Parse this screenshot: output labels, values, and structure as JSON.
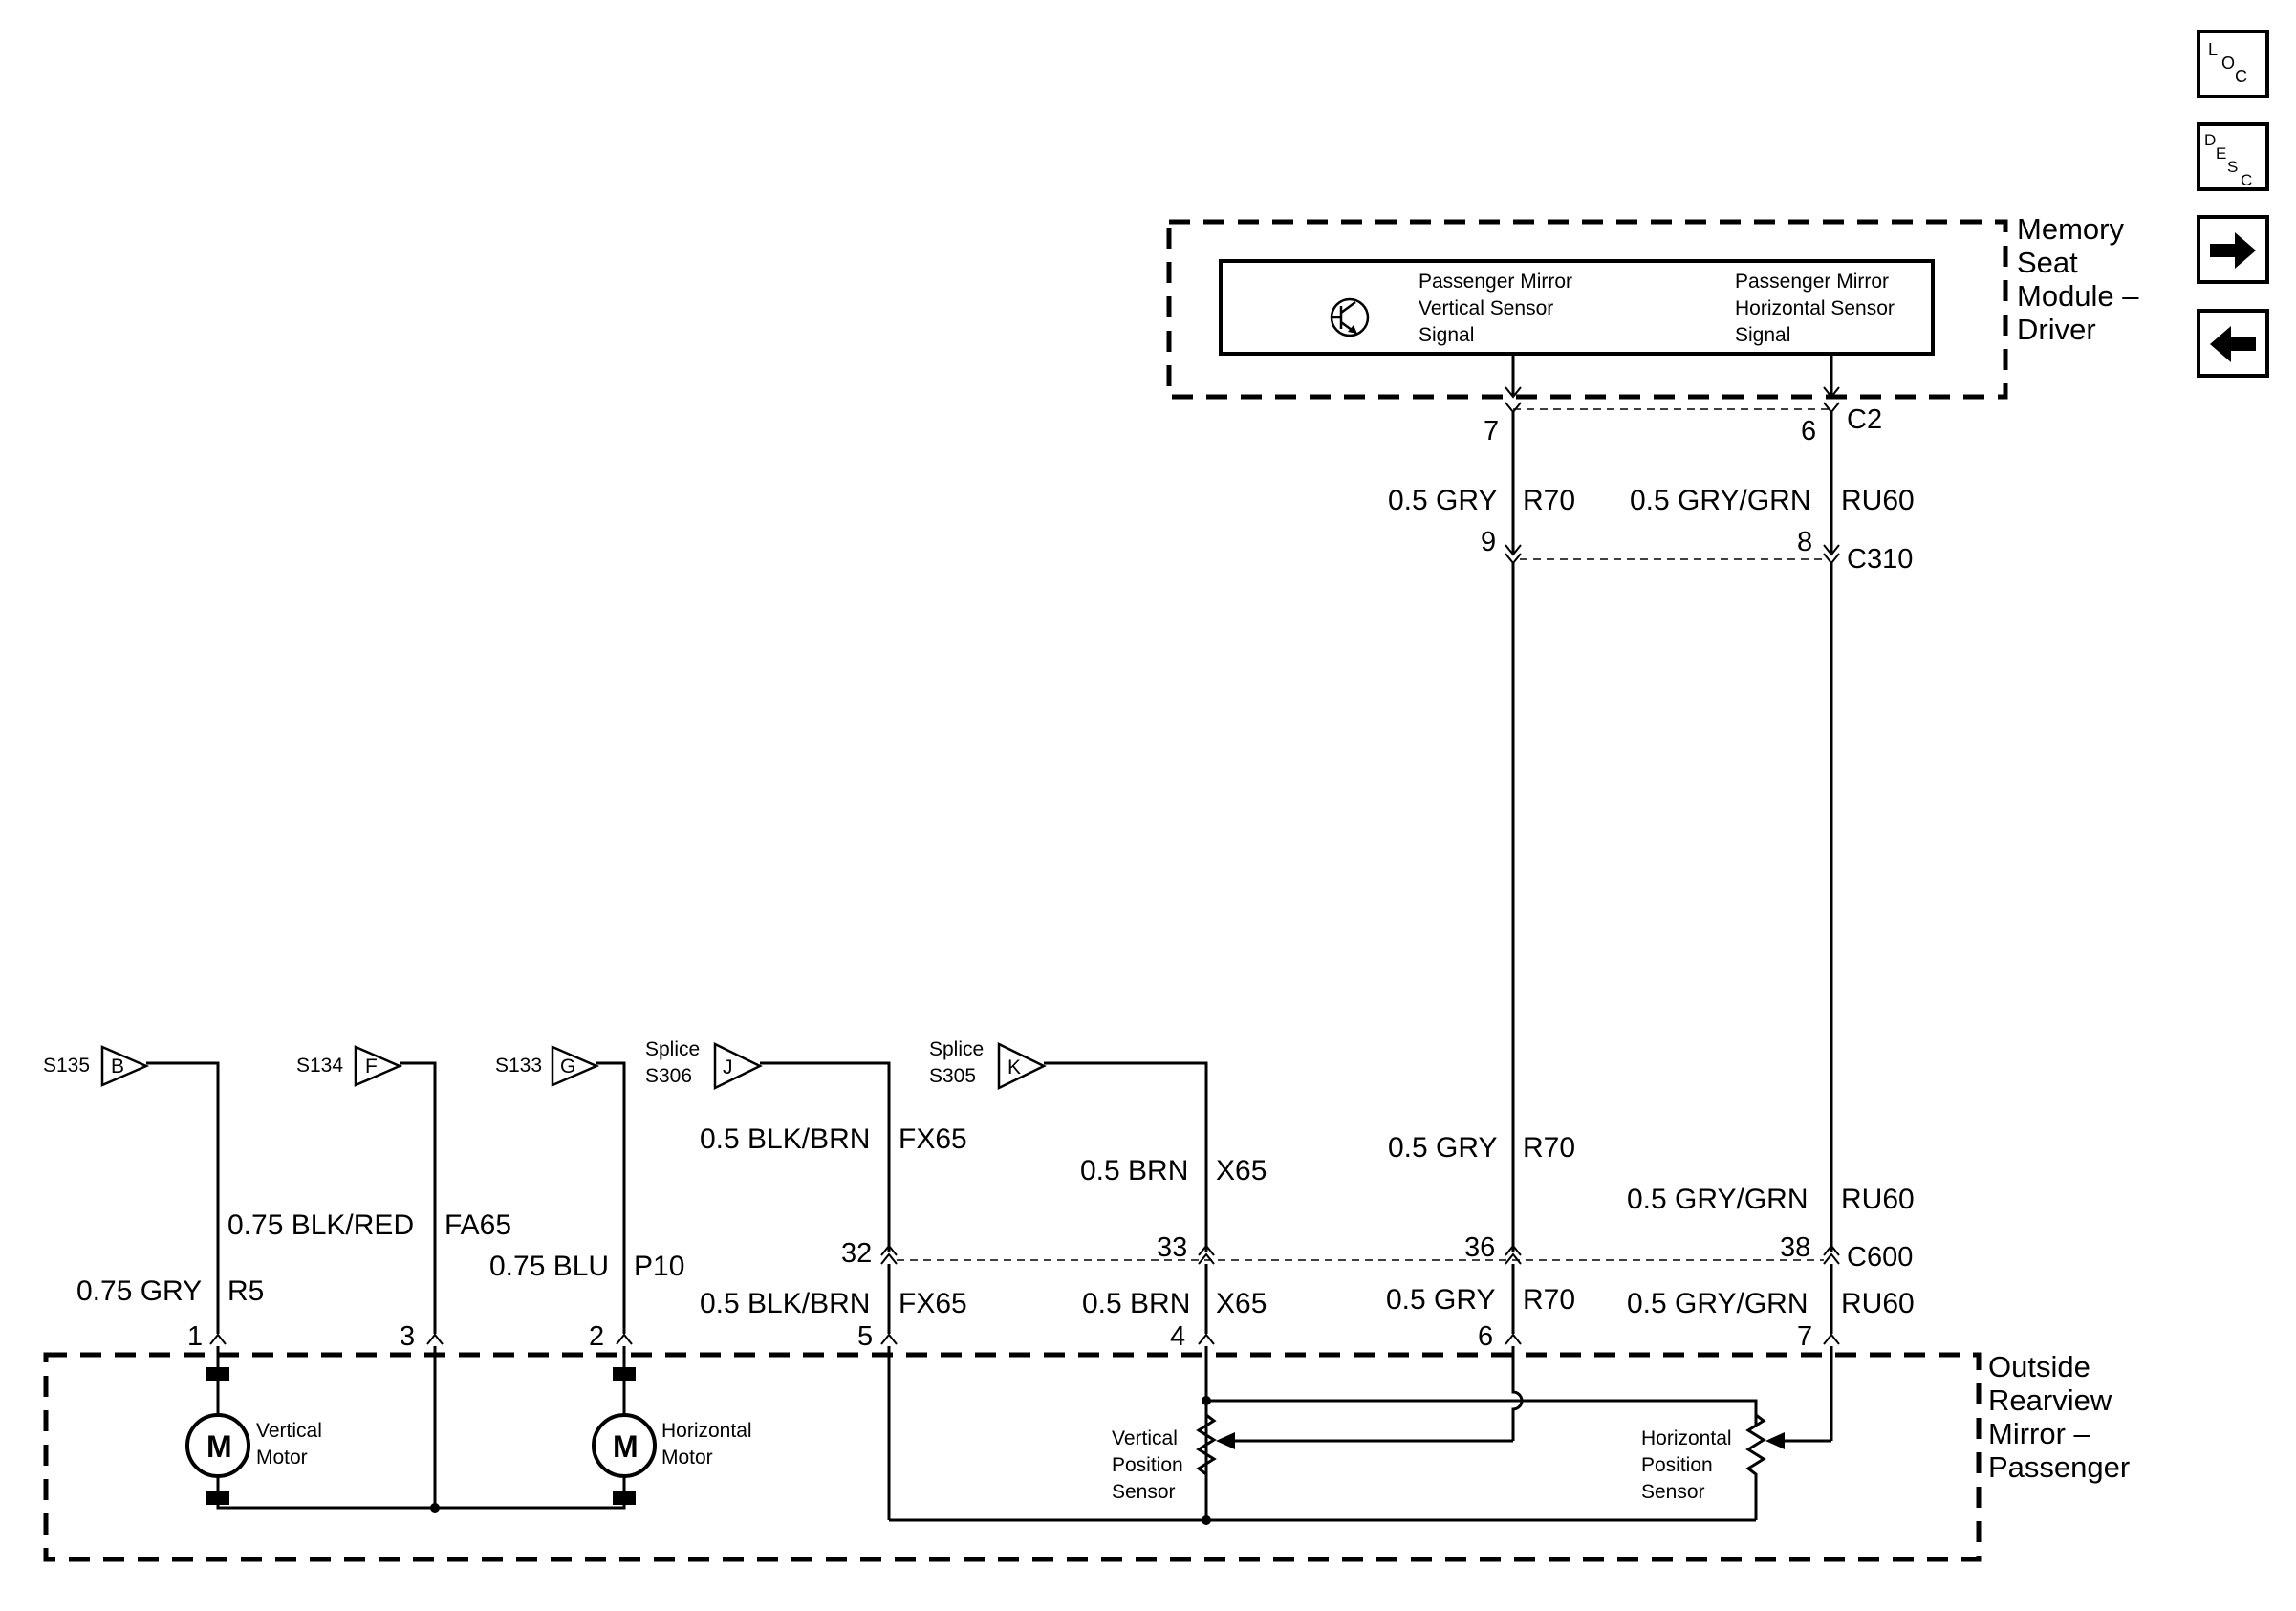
{
  "nav": {
    "loc": {
      "l": "L",
      "o": "O",
      "c": "C"
    },
    "desc": {
      "d": "D",
      "e": "E",
      "s": "S",
      "c": "C"
    },
    "forward_icon": "arrow-right-icon",
    "back_icon": "arrow-left-icon"
  },
  "memory_module": {
    "label_lines": [
      "Memory",
      "Seat",
      "Module –",
      "Driver"
    ],
    "vertical_signal": [
      "Passenger Mirror",
      "Vertical Sensor",
      "Signal"
    ],
    "horizontal_signal": [
      "Passenger Mirror",
      "Horizontal Sensor",
      "Signal"
    ],
    "icon": "transistor-icon"
  },
  "connectors": {
    "c2": {
      "name": "C2",
      "pin_vertical": "7",
      "pin_horizontal": "6"
    },
    "c310": {
      "name": "C310",
      "pin_vertical": "9",
      "pin_horizontal": "8"
    },
    "c600": {
      "name": "C600",
      "pins": [
        "32",
        "33",
        "36",
        "38"
      ]
    }
  },
  "wires": {
    "r70": {
      "size_color": "0.5 GRY",
      "circuit": "R70"
    },
    "ru60": {
      "size_color": "0.5 GRY/GRN",
      "circuit": "RU60"
    },
    "fx65": {
      "size_color": "0.5 BLK/BRN",
      "circuit": "FX65"
    },
    "x65": {
      "size_color": "0.5 BRN",
      "circuit": "X65"
    },
    "r5": {
      "size_color": "0.75 GRY",
      "circuit": "R5"
    },
    "fa65": {
      "size_color": "0.75 BLK/RED",
      "circuit": "FA65"
    },
    "p10": {
      "size_color": "0.75 BLU",
      "circuit": "P10"
    }
  },
  "splices": {
    "s135": {
      "name": "S135",
      "letter": "B"
    },
    "s134": {
      "name": "S134",
      "letter": "F"
    },
    "s133": {
      "name": "S133",
      "letter": "G"
    },
    "s306": {
      "prefix": "Splice",
      "name": "S306",
      "letter": "J"
    },
    "s305": {
      "prefix": "Splice",
      "name": "S305",
      "letter": "K"
    }
  },
  "mirror": {
    "label_lines": [
      "Outside",
      "Rearview",
      "Mirror –",
      "Passenger"
    ],
    "pins": [
      "1",
      "3",
      "2",
      "5",
      "4",
      "6",
      "7"
    ],
    "vertical_motor": [
      "Vertical",
      "Motor"
    ],
    "horizontal_motor": [
      "Horizontal",
      "Motor"
    ],
    "motor_symbol": "M",
    "vertical_sensor": [
      "Vertical",
      "Position",
      "Sensor"
    ],
    "horizontal_sensor": [
      "Horizontal",
      "Position",
      "Sensor"
    ]
  }
}
